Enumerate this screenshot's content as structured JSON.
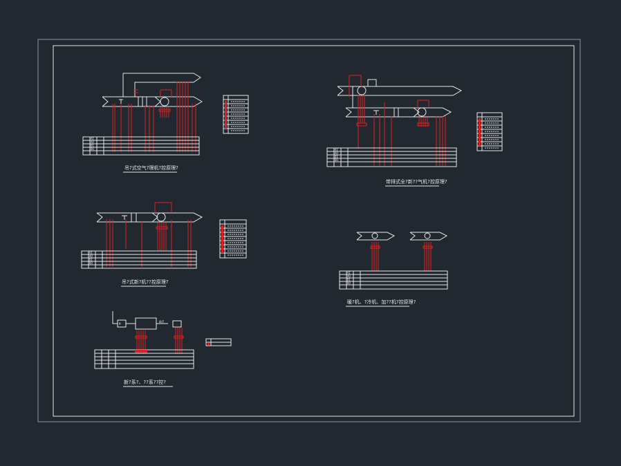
{
  "colors": {
    "background": "#212830",
    "frame": "#cfd3d6",
    "line": "#e8e8e8",
    "wire": "#e02020"
  },
  "titles": {
    "sheet1": "吊?式空气?理机?控原理?",
    "sheet2": "吊?式新?机??控原理?",
    "sheet3": "新?系?、??系??控?",
    "sheet4": "带排式全?新??气机?控原理?",
    "sheet5": "暖?机、?冷机、加??机?控原理?"
  }
}
